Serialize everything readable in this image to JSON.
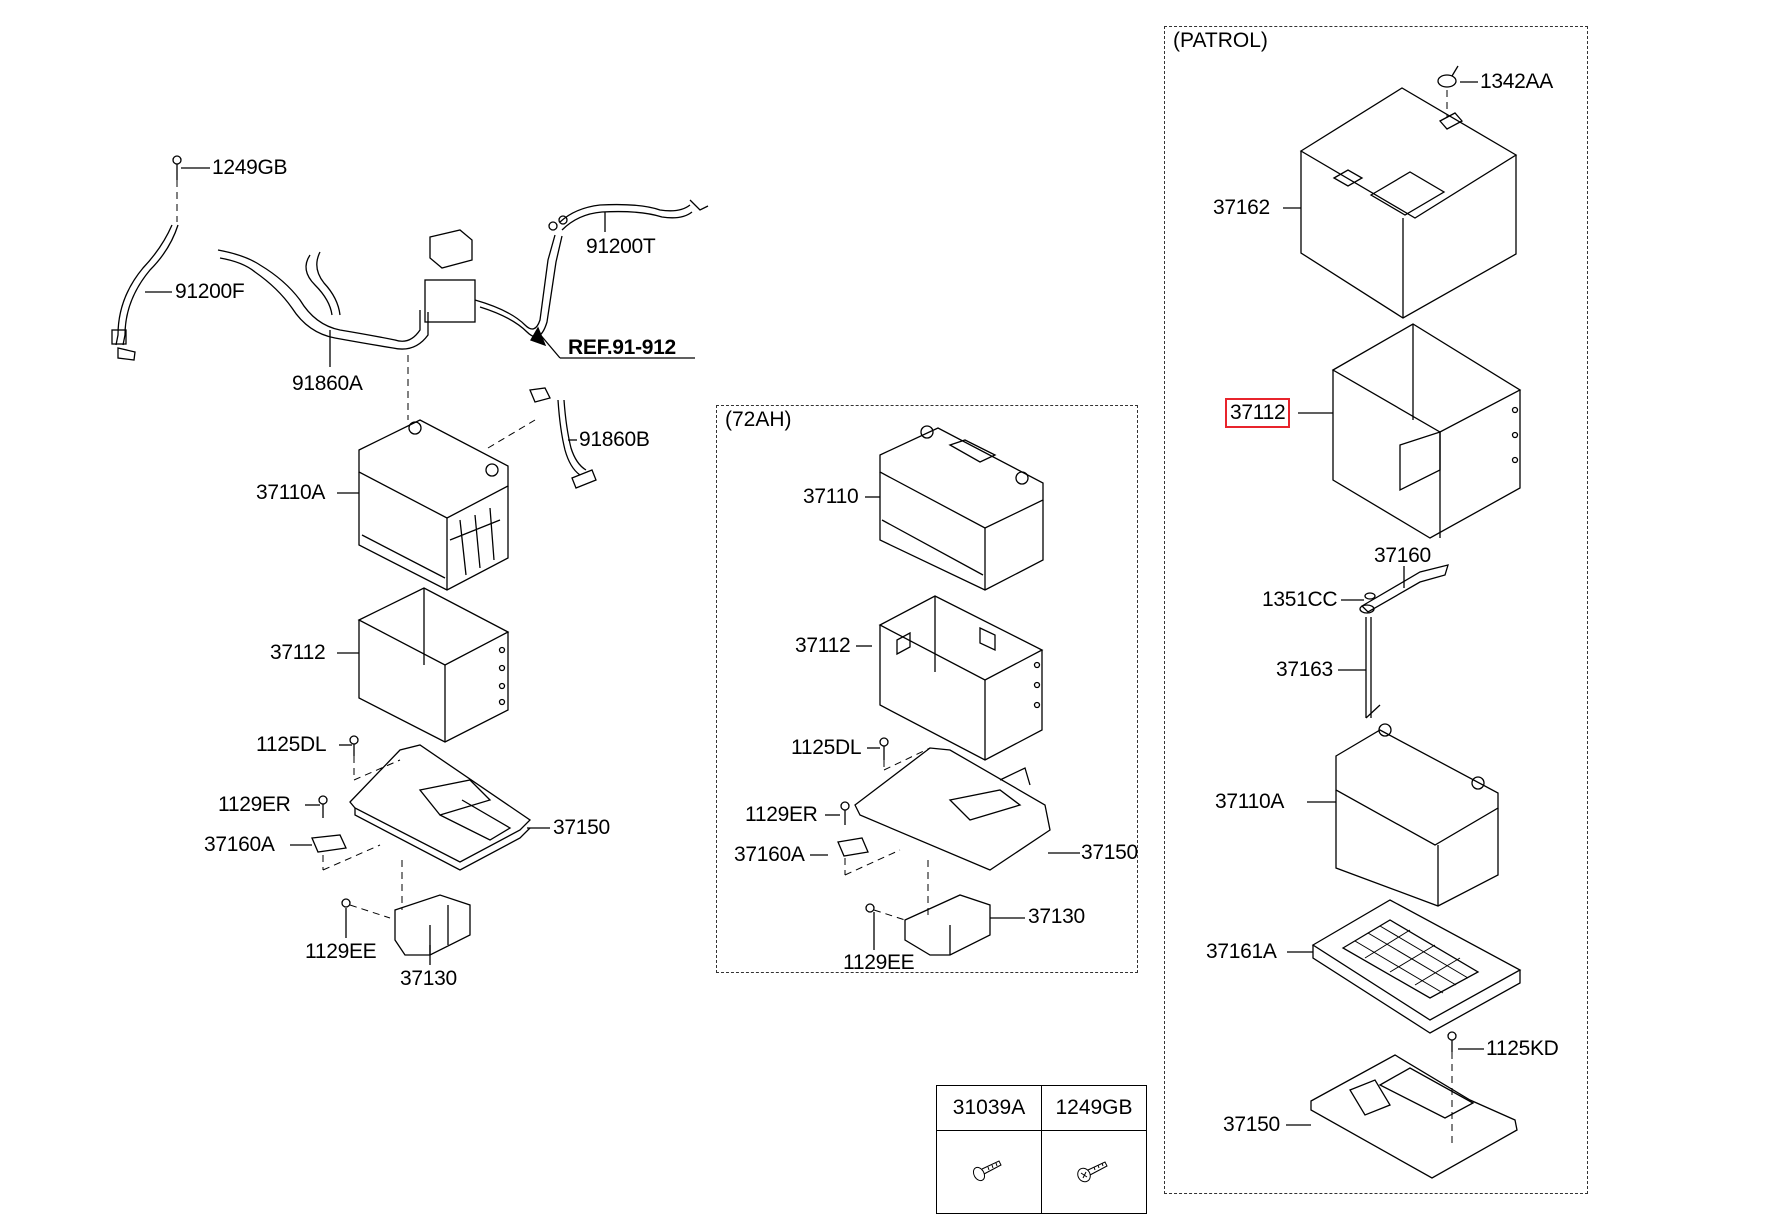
{
  "diagram": {
    "highlight_color": "#e8242c",
    "reference": "REF.91-912",
    "groups": {
      "ah72": {
        "title": "(72AH)"
      },
      "patrol": {
        "title": "(PATROL)"
      }
    },
    "main": {
      "labels": {
        "p1249GB": "1249GB",
        "p91200F": "91200F",
        "p91200T": "91200T",
        "p91860A": "91860A",
        "p91860B": "91860B",
        "p37110A": "37110A",
        "p37112": "37112",
        "p1125DL": "1125DL",
        "p1129ER": "1129ER",
        "p37160A": "37160A",
        "p37150": "37150",
        "p1129EE": "1129EE",
        "p37130": "37130"
      }
    },
    "ah72": {
      "labels": {
        "p37110": "37110",
        "p37112": "37112",
        "p1125DL": "1125DL",
        "p1129ER": "1129ER",
        "p37160A": "37160A",
        "p37150": "37150",
        "p37130": "37130",
        "p1129EE": "1129EE"
      }
    },
    "patrol": {
      "labels": {
        "p1342AA": "1342AA",
        "p37162": "37162",
        "p37112": "37112",
        "p37160": "37160",
        "p1351CC": "1351CC",
        "p37163": "37163",
        "p37110A": "37110A",
        "p37161A": "37161A",
        "p1125KD": "1125KD",
        "p37150": "37150"
      },
      "highlighted_part": "37112"
    },
    "fastener_table": {
      "columns": [
        "31039A",
        "1249GB"
      ],
      "icons": [
        "screw-icon",
        "bolt-icon"
      ]
    }
  }
}
